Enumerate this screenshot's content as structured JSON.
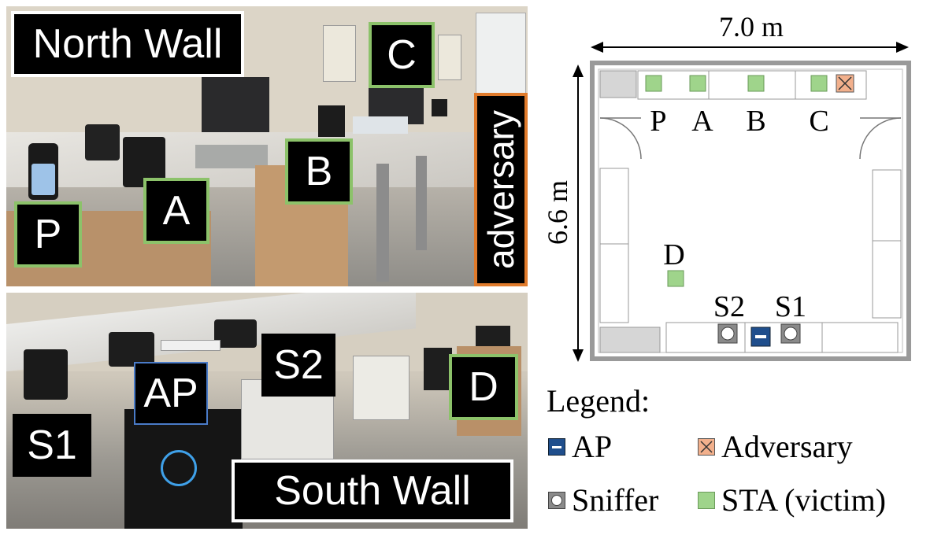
{
  "photos": {
    "north": {
      "title": "North Wall",
      "labels": {
        "p": "P",
        "a": "A",
        "b": "B",
        "c": "C",
        "adversary": "adversary"
      }
    },
    "south": {
      "title": "South Wall",
      "labels": {
        "s1": "S1",
        "ap": "AP",
        "s2": "S2",
        "d": "D"
      }
    }
  },
  "plan": {
    "width_label": "7.0 m",
    "height_label": "6.6 m",
    "stations_north": [
      "P",
      "A",
      "B",
      "C"
    ],
    "station_d": "D",
    "sniffer_s2": "S2",
    "sniffer_s1": "S1"
  },
  "legend": {
    "title": "Legend:",
    "items": {
      "ap": "AP",
      "adversary": "Adversary",
      "sniffer": "Sniffer",
      "sta": "STA (victim)"
    }
  },
  "colors": {
    "sta": "#9fd48b",
    "adversary": "#f2b08c",
    "ap": "#1f4e8c",
    "sniffer": "#8a8a8a",
    "label_green_border": "#8cc26a",
    "label_orange_border": "#e07b2c"
  }
}
